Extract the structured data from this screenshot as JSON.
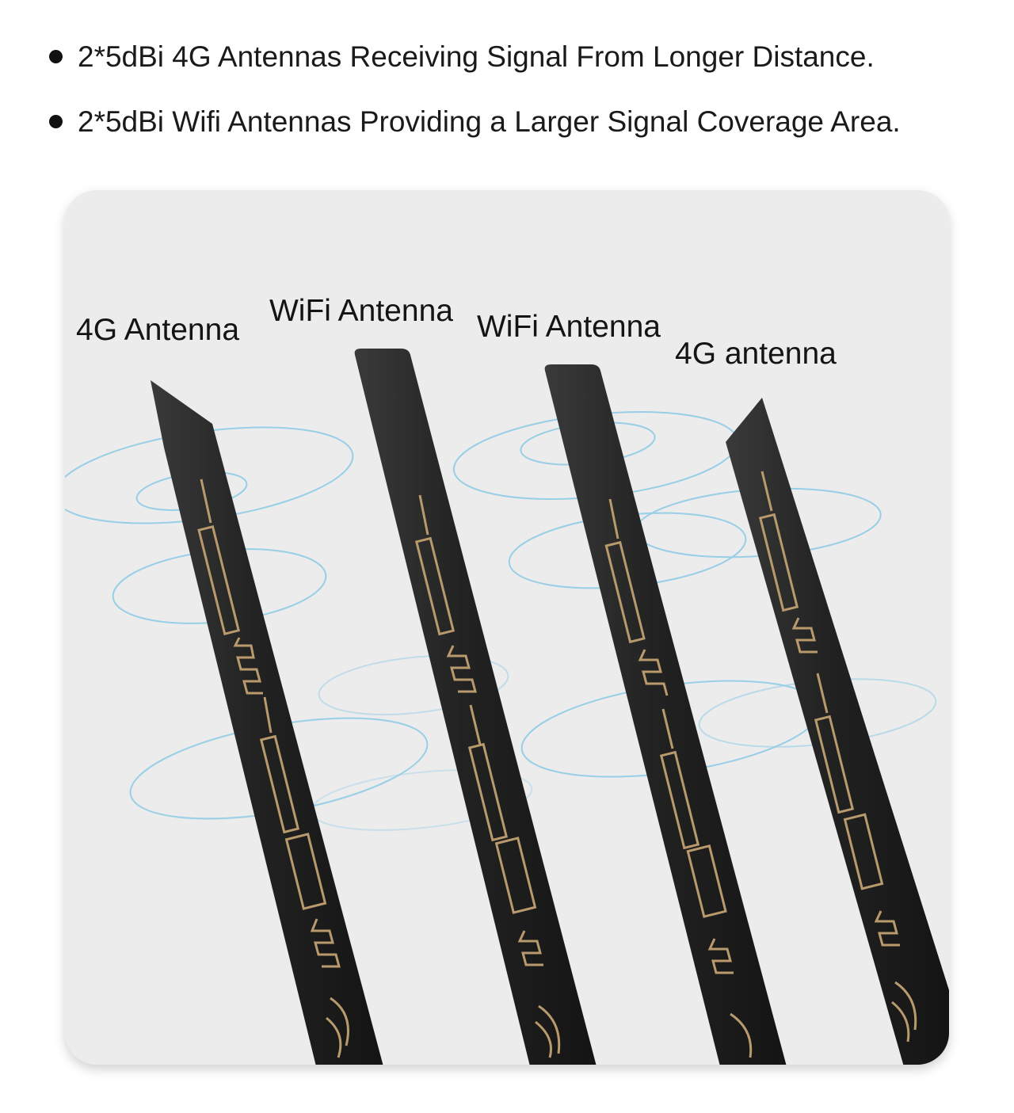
{
  "bullets": [
    "2*5dBi 4G Antennas Receiving Signal From Longer Distance.",
    "2*5dBi Wifi Antennas Providing a Larger Signal Coverage Area."
  ],
  "antennas": [
    {
      "label": "4G Antenna"
    },
    {
      "label": "WiFi Antenna"
    },
    {
      "label": "WiFi Antenna"
    },
    {
      "label": "4G antenna"
    }
  ],
  "colors": {
    "panel_bg": "#ececec",
    "antenna_body": "#1c1c1c",
    "trace": "#b99a6d",
    "signal_rings": "#7cc4e4"
  }
}
